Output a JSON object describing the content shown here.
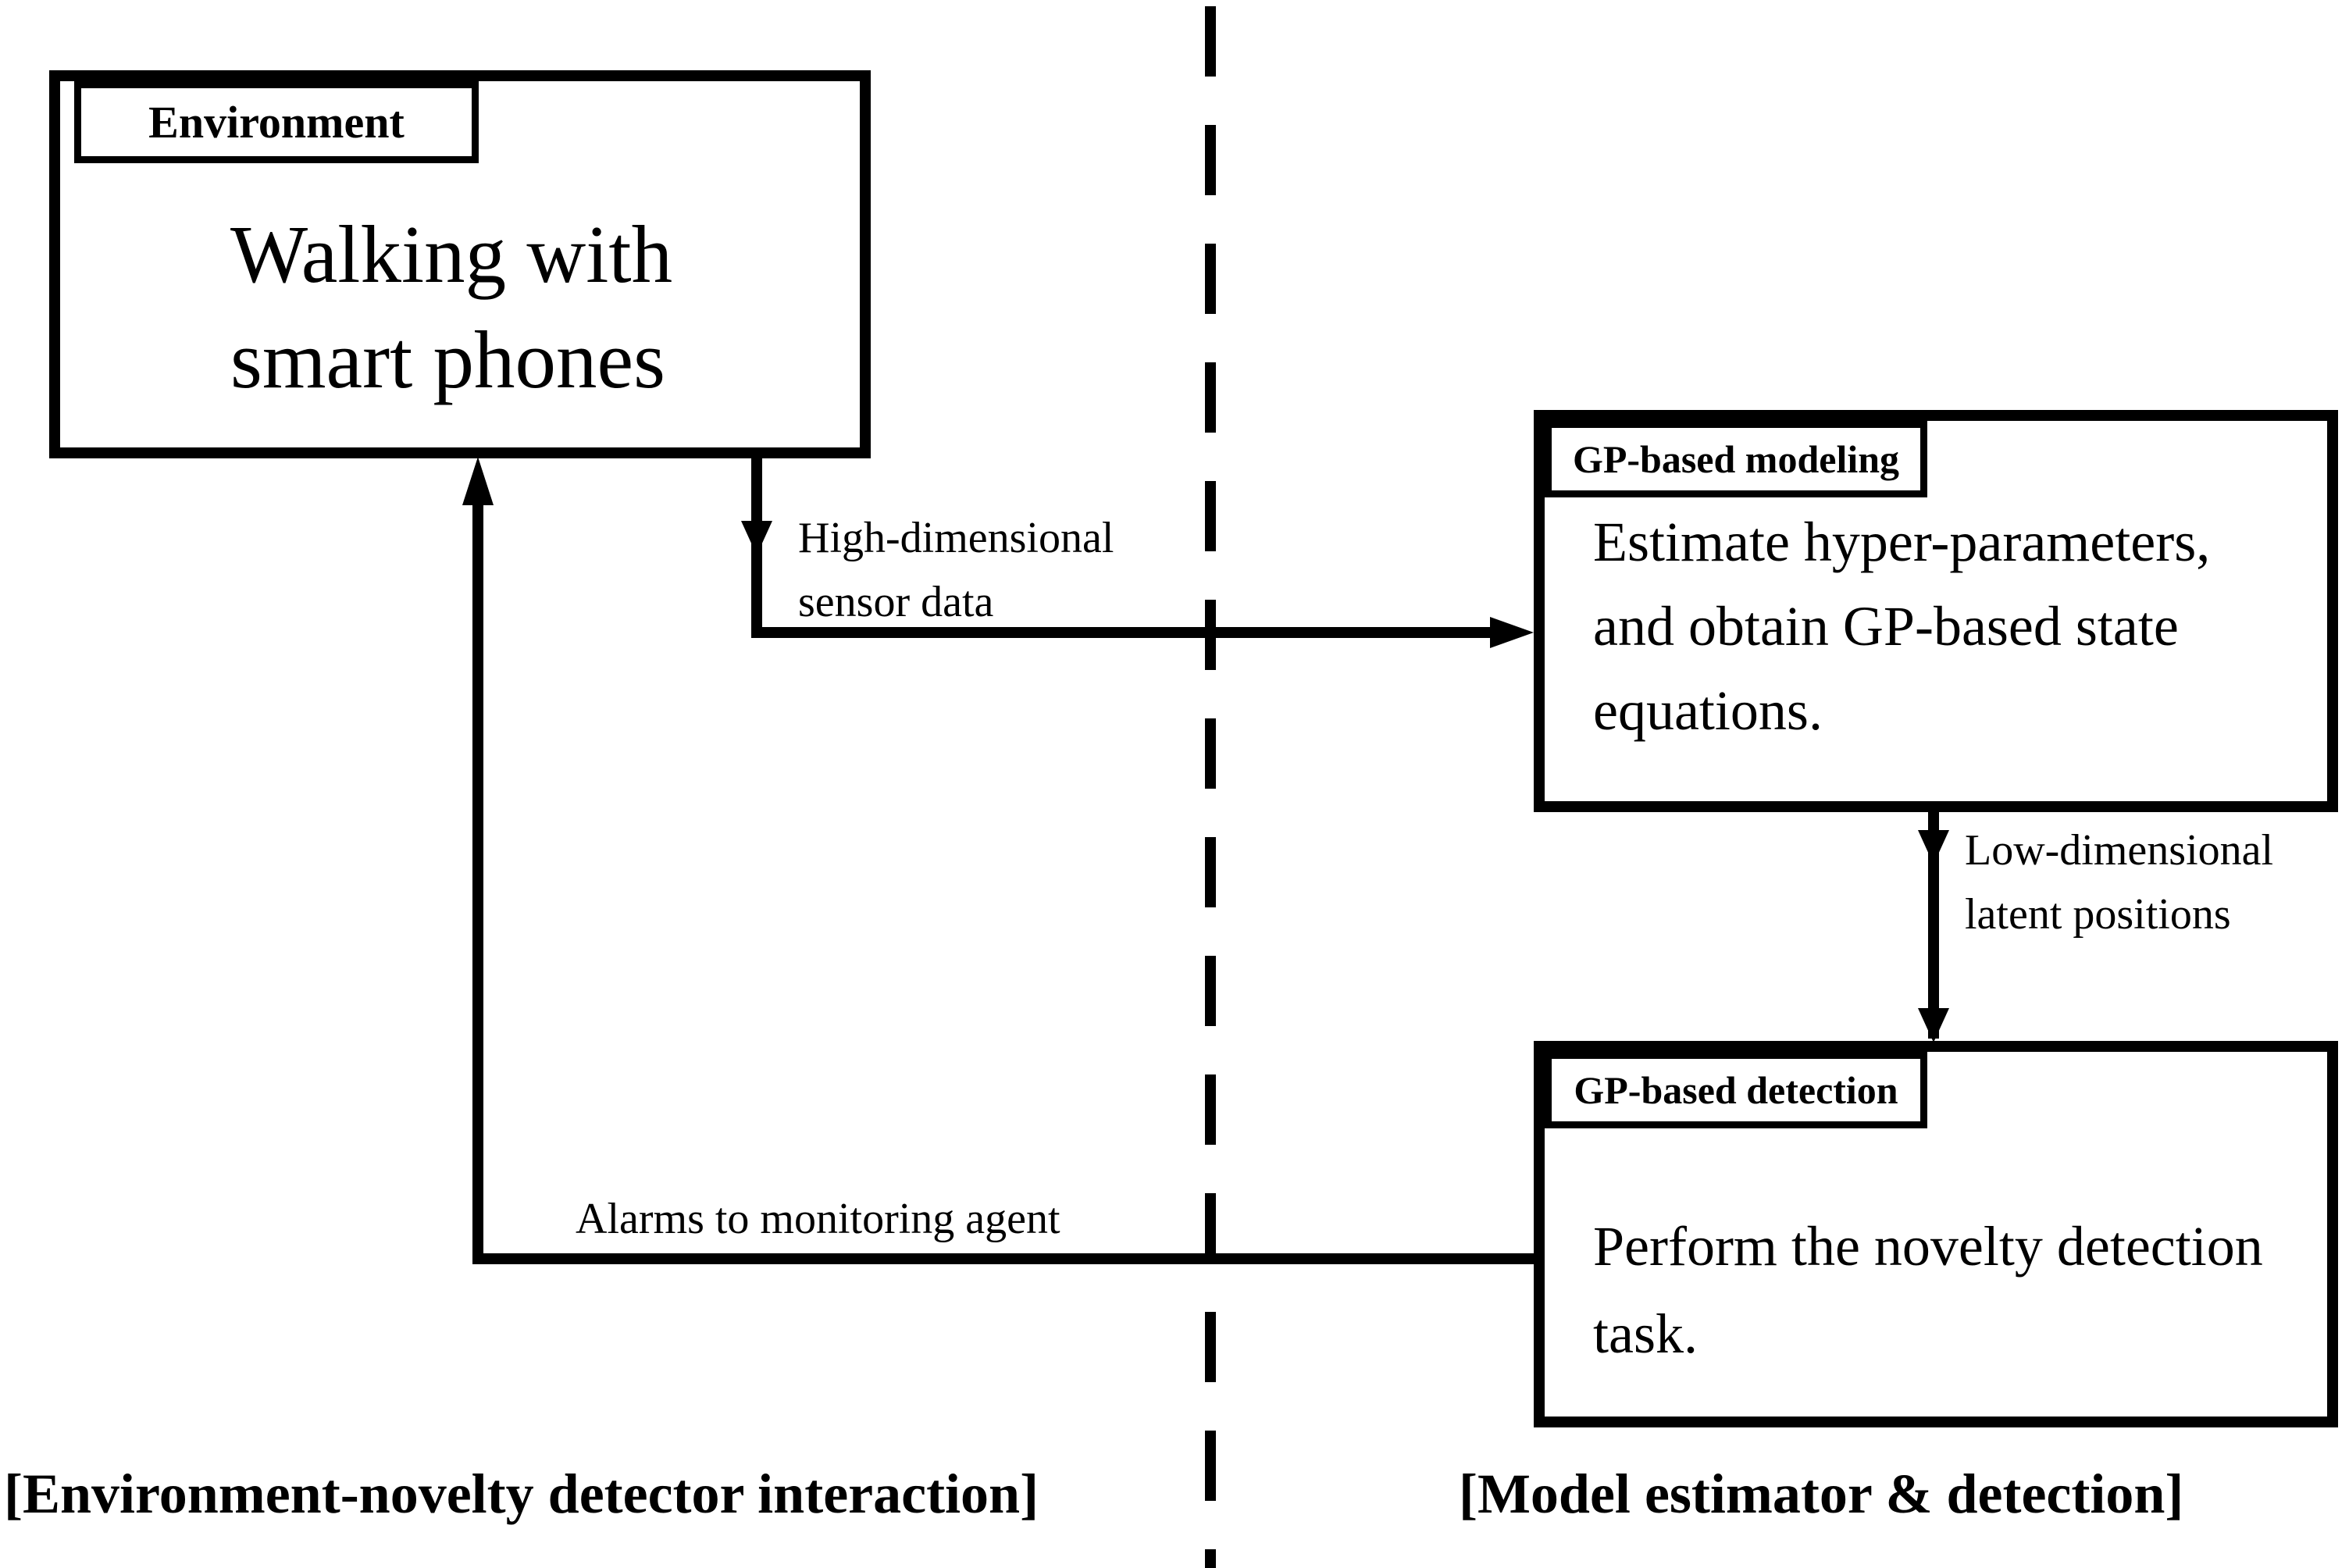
{
  "colors": {
    "ink": "#000000",
    "paper": "#ffffff"
  },
  "panels": {
    "environment": {
      "tab_label": "Environment",
      "lines": [
        "Walking with",
        "smart phones"
      ]
    },
    "gp_modeling": {
      "tab_label": "GP-based modeling",
      "lines": [
        "Estimate hyper-parameters,",
        "and obtain GP-based state",
        "equations."
      ]
    },
    "gp_detection": {
      "tab_label": "GP-based detection",
      "lines": [
        "Perform the novelty detection",
        "task."
      ]
    }
  },
  "arrow_labels": {
    "high_dimensional": {
      "lines": [
        "High-dimensional",
        "sensor data"
      ]
    },
    "low_dimensional": {
      "lines": [
        "Low-dimensional",
        "latent positions"
      ]
    },
    "alarms": {
      "lines": [
        "Alarms to monitoring agent"
      ]
    }
  },
  "captions": {
    "left": "[Environment-novelty detector interaction]",
    "right": "[Model estimator & detection]"
  }
}
